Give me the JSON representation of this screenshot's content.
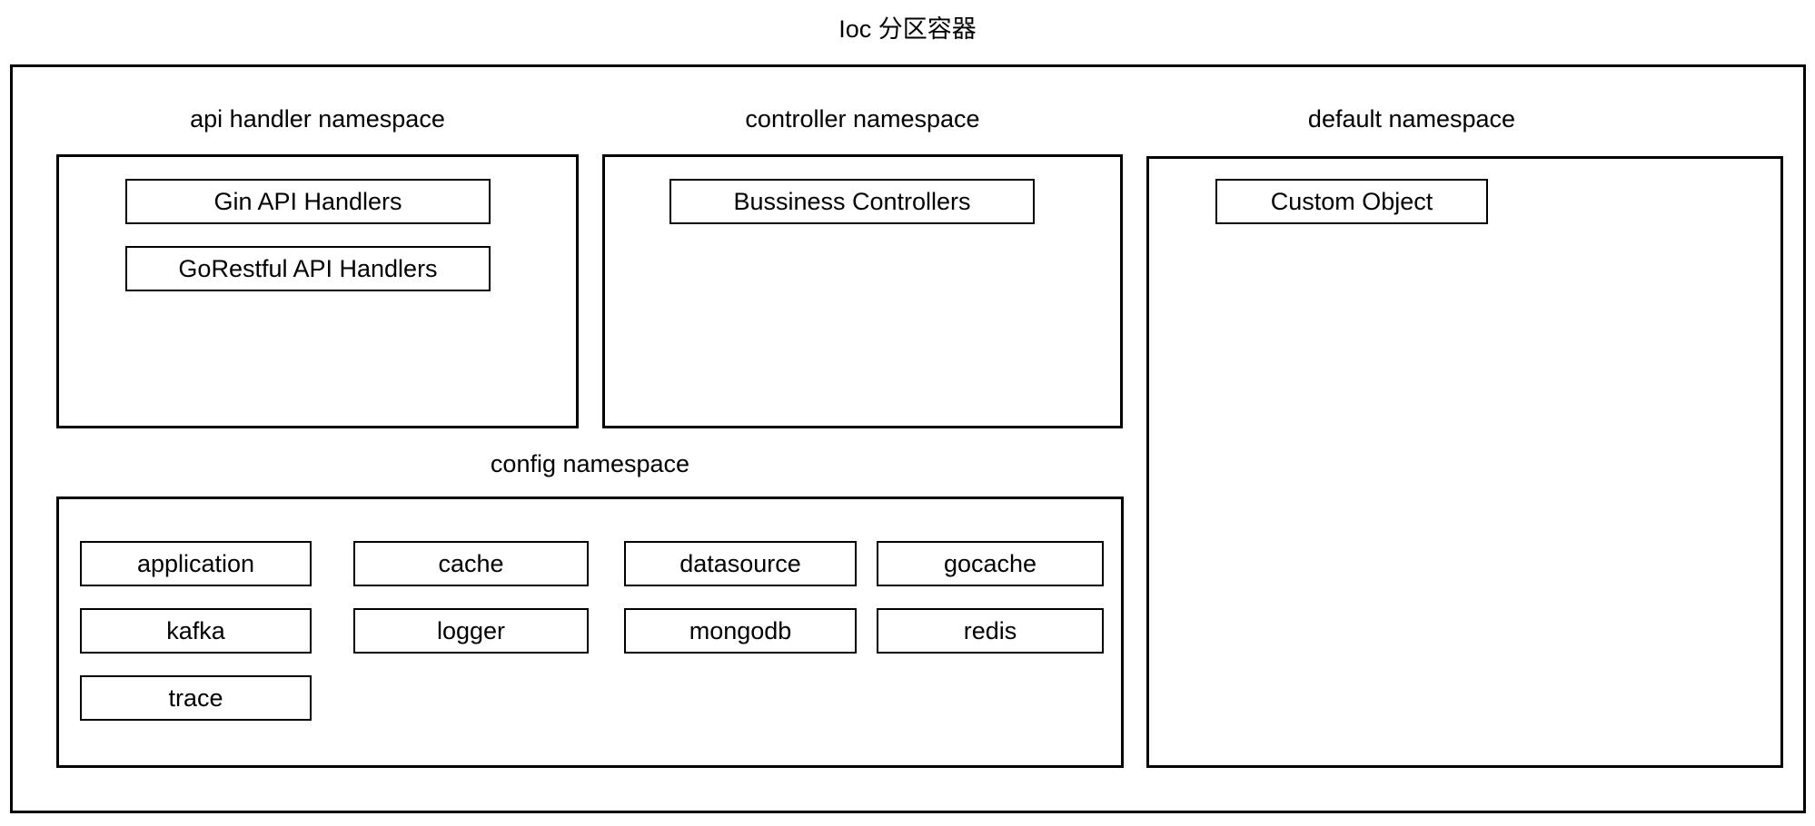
{
  "title": "Ioc 分区容器",
  "colors": {
    "background": "#ffffff",
    "border": "#000000",
    "text": "#000000"
  },
  "namespaces": {
    "api_handler": {
      "label": "api handler namespace",
      "items": [
        "Gin API Handlers",
        "GoRestful API Handlers"
      ]
    },
    "controller": {
      "label": "controller namespace",
      "items": [
        "Bussiness Controllers"
      ]
    },
    "default": {
      "label": "default namespace",
      "items": [
        "Custom Object"
      ]
    },
    "config": {
      "label": "config namespace",
      "items": [
        "application",
        "cache",
        "datasource",
        "gocache",
        "kafka",
        "logger",
        "mongodb",
        "redis",
        "trace"
      ]
    }
  }
}
